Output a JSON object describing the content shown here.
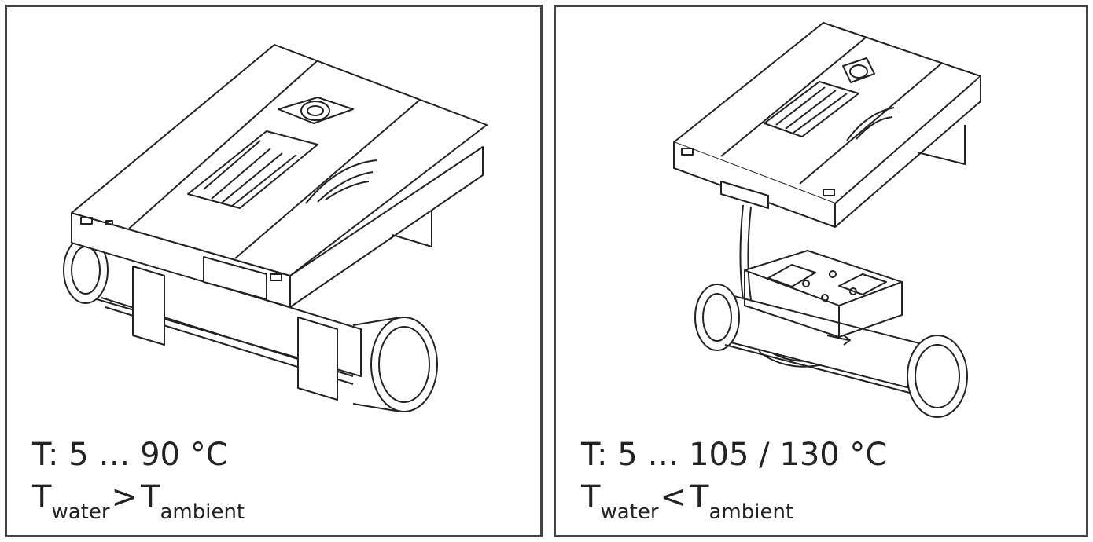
{
  "colors": {
    "border": "#444444",
    "line": "#222222",
    "fill": "#ffffff",
    "text": "#222222"
  },
  "panels": [
    {
      "temp_range": "T: 5 … 90 °C",
      "condition": {
        "left_symbol": "T",
        "left_sub": "water",
        "operator": ">",
        "right_symbol": "T",
        "right_sub": "ambient"
      },
      "illustration": "water-meter-compact-icon"
    },
    {
      "temp_range": "T: 5 … 105 / 130 °C",
      "condition": {
        "left_symbol": "T",
        "left_sub": "water",
        "operator": "<",
        "right_symbol": "T",
        "right_sub": "ambient"
      },
      "illustration": "water-meter-split-remote-icon"
    }
  ]
}
